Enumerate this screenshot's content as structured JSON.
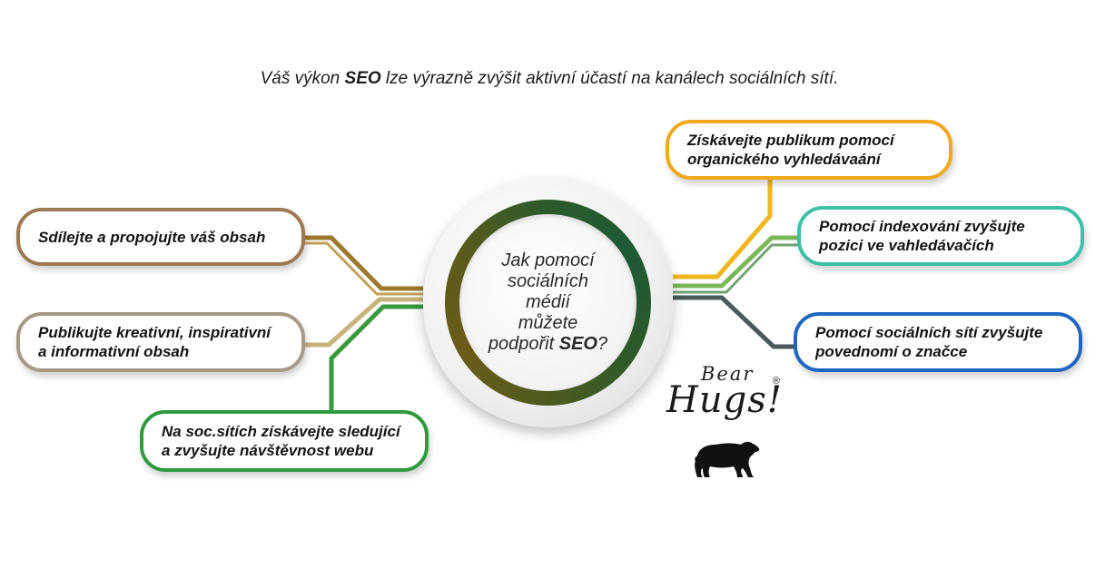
{
  "headline": {
    "prefix": "Váš výkon ",
    "bold": "SEO",
    "suffix": " lze výrazně zvýšit aktivní účastí na kanálech sociálních sítí."
  },
  "center": {
    "line1": "Jak pomocí",
    "line2": "sociálních",
    "line3": "médií",
    "line4": "můžete",
    "line5_prefix": "podpořit ",
    "line5_bold": "SEO",
    "line5_suffix": "?"
  },
  "left_items": [
    {
      "line1": "Sdílejte a propojujte váš obsah",
      "line2": "",
      "color": "#9c7a52"
    },
    {
      "line1": "Publikujte kreativní, inspirativní",
      "line2": "a informativní obsah",
      "color": "#a59a86"
    },
    {
      "line1": "Na soc.sítích získávejte sledující",
      "line2": "a zvyšujte návštěvnost webu",
      "color": "#2e9a3e"
    }
  ],
  "right_items": [
    {
      "line1": "Získávejte publikum pomocí",
      "line2": "organického vyhledávaání",
      "color": "#f0a81c"
    },
    {
      "line1": "Pomocí indexování zvyšujte",
      "line2": "pozici ve vahledávačích",
      "color": "#3cc0a8"
    },
    {
      "line1": "Pomocí sociálních sítí zvyšujte",
      "line2": "povednomí o značce",
      "color": "#1e66c0"
    }
  ],
  "logo": {
    "word1": "Bear",
    "word2": "Hugs!",
    "mark": "®",
    "icon": "bear-icon"
  }
}
